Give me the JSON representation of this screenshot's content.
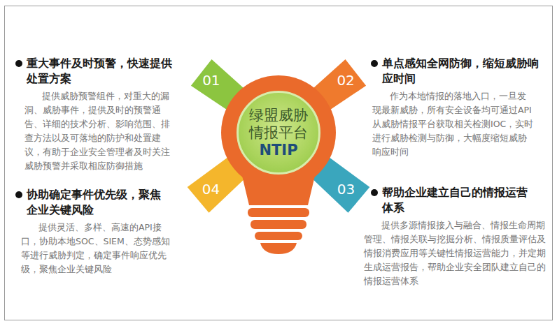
{
  "diagram": {
    "nodes": [
      {
        "text": [
          "绿盟威胁情报平台",
          "NTIP"
        ]
      },
      {
        "text": [
          "01"
        ]
      },
      {
        "text": [
          "02"
        ]
      },
      {
        "text": [
          "03"
        ]
      },
      {
        "text": [
          "04"
        ]
      }
    ],
    "labels": [
      "重大事件及时预警，快速提供处置方案",
      "提供威胁预警组件，对重大的漏洞、威胁事件，提供及时的预警通告、详细的技术分析、影响范围、排查方法以及可落地的防护和处置建议，有助于企业安全管理者及时关注威胁预警并采取相应防御措施",
      "单点感知全网防御，缩短威胁响应时间",
      "作为本地情报的落地入口，一旦发现最新威胁，所有安全设备均可通过API从威胁情报平台获取相关检测IOC，实时进行威胁检测与防御，大幅度缩短威胁响应时间",
      "协助确定事件优先级，聚焦企业关键风险",
      "提供灵活、多样、高速的API接口，协助本地SOC、SIEM、态势感知等进行威胁判定，确定事件响应优先级，聚焦企业关键风险",
      "帮助企业建立自己的情报运营体系",
      "提供多源情报接入与融合、情报生命周期管理、情报关联与挖掘分析、情报质量评估及情报消费应用等关键性情报运营能力，并定期生成运营报告，帮助企业安全团队建立自己的情报运营体系"
    ]
  }
}
